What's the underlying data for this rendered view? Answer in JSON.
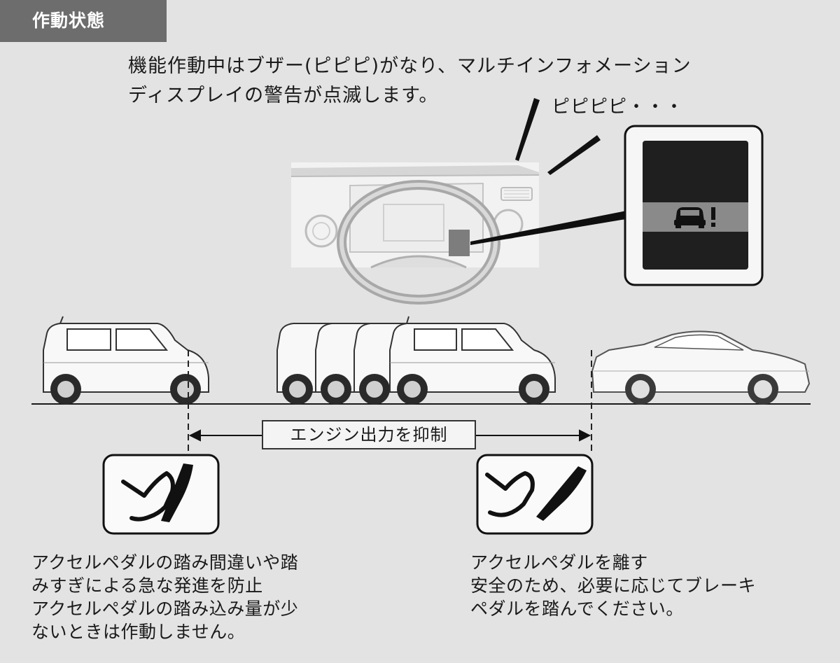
{
  "header": {
    "title": "作動状態"
  },
  "caption": {
    "line1": "機能作動中はブザー(ピピピ)がなり、マルチインフォメーション",
    "line2": "ディスプレイの警告が点滅します。"
  },
  "beep_text": "ピピピピ・・・",
  "range_label": "エンジン出力を抑制",
  "left_description": {
    "line1": "アクセルペダルの踏み間違いや踏",
    "line2": "みすぎによる急な発進を防止",
    "line3": "アクセルペダルの踏み込み量が少",
    "line4": "ないときは作動しません。"
  },
  "right_description": {
    "line1": "アクセルペダルを離す",
    "line2": "安全のため、必要に応じてブレーキ",
    "line3": "ペダルを踏んでください。"
  },
  "icons": [
    "speaker-lines-icon",
    "car-warning-icon",
    "pedal-pressed-icon",
    "pedal-released-icon",
    "double-arrow-icon"
  ],
  "colors": {
    "background": "#e3e3e3",
    "header_tab": "#6d6d6d",
    "display": "#1f1f1f",
    "warning_band": "#8a8a8a"
  }
}
